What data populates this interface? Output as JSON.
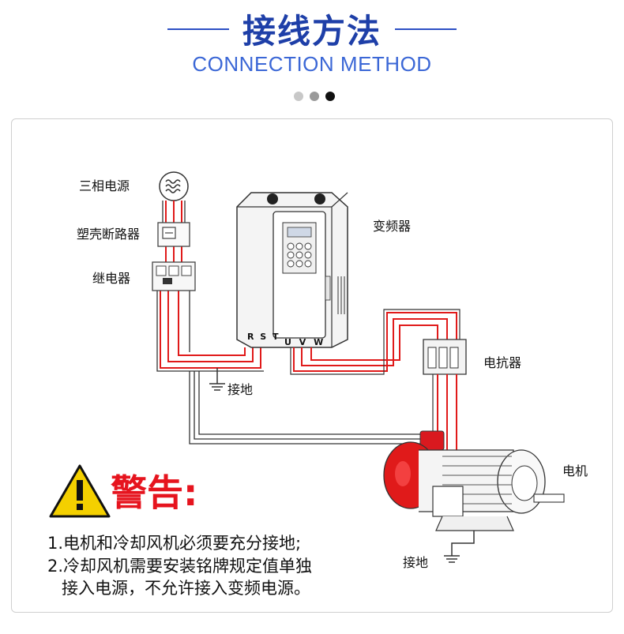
{
  "header": {
    "title": "接线方法",
    "subtitle": "CONNECTION METHOD",
    "dots": [
      "#c8c8c8",
      "#9a9a9a",
      "#111111"
    ]
  },
  "labels": {
    "three_phase": "三相电源",
    "breaker": "塑壳断路器",
    "relay": "继电器",
    "inverter": "变频器",
    "rst": "R S T",
    "uvw": "U V W",
    "ground1": "接地",
    "reactor": "电抗器",
    "motor": "电机",
    "ground2": "接地"
  },
  "warning": {
    "title": "警告:",
    "line1": "1.电机和冷却风机必须要充分接地;",
    "line2a": "2.冷却风机需要安装铭牌规定值单独",
    "line2b": "接入电源，不允许接入变频电源。"
  },
  "colors": {
    "accent": "#1e3fa8",
    "wire_red": "#e01a1a",
    "warning_red": "#e6141e",
    "warning_yellow": "#f4d000"
  }
}
